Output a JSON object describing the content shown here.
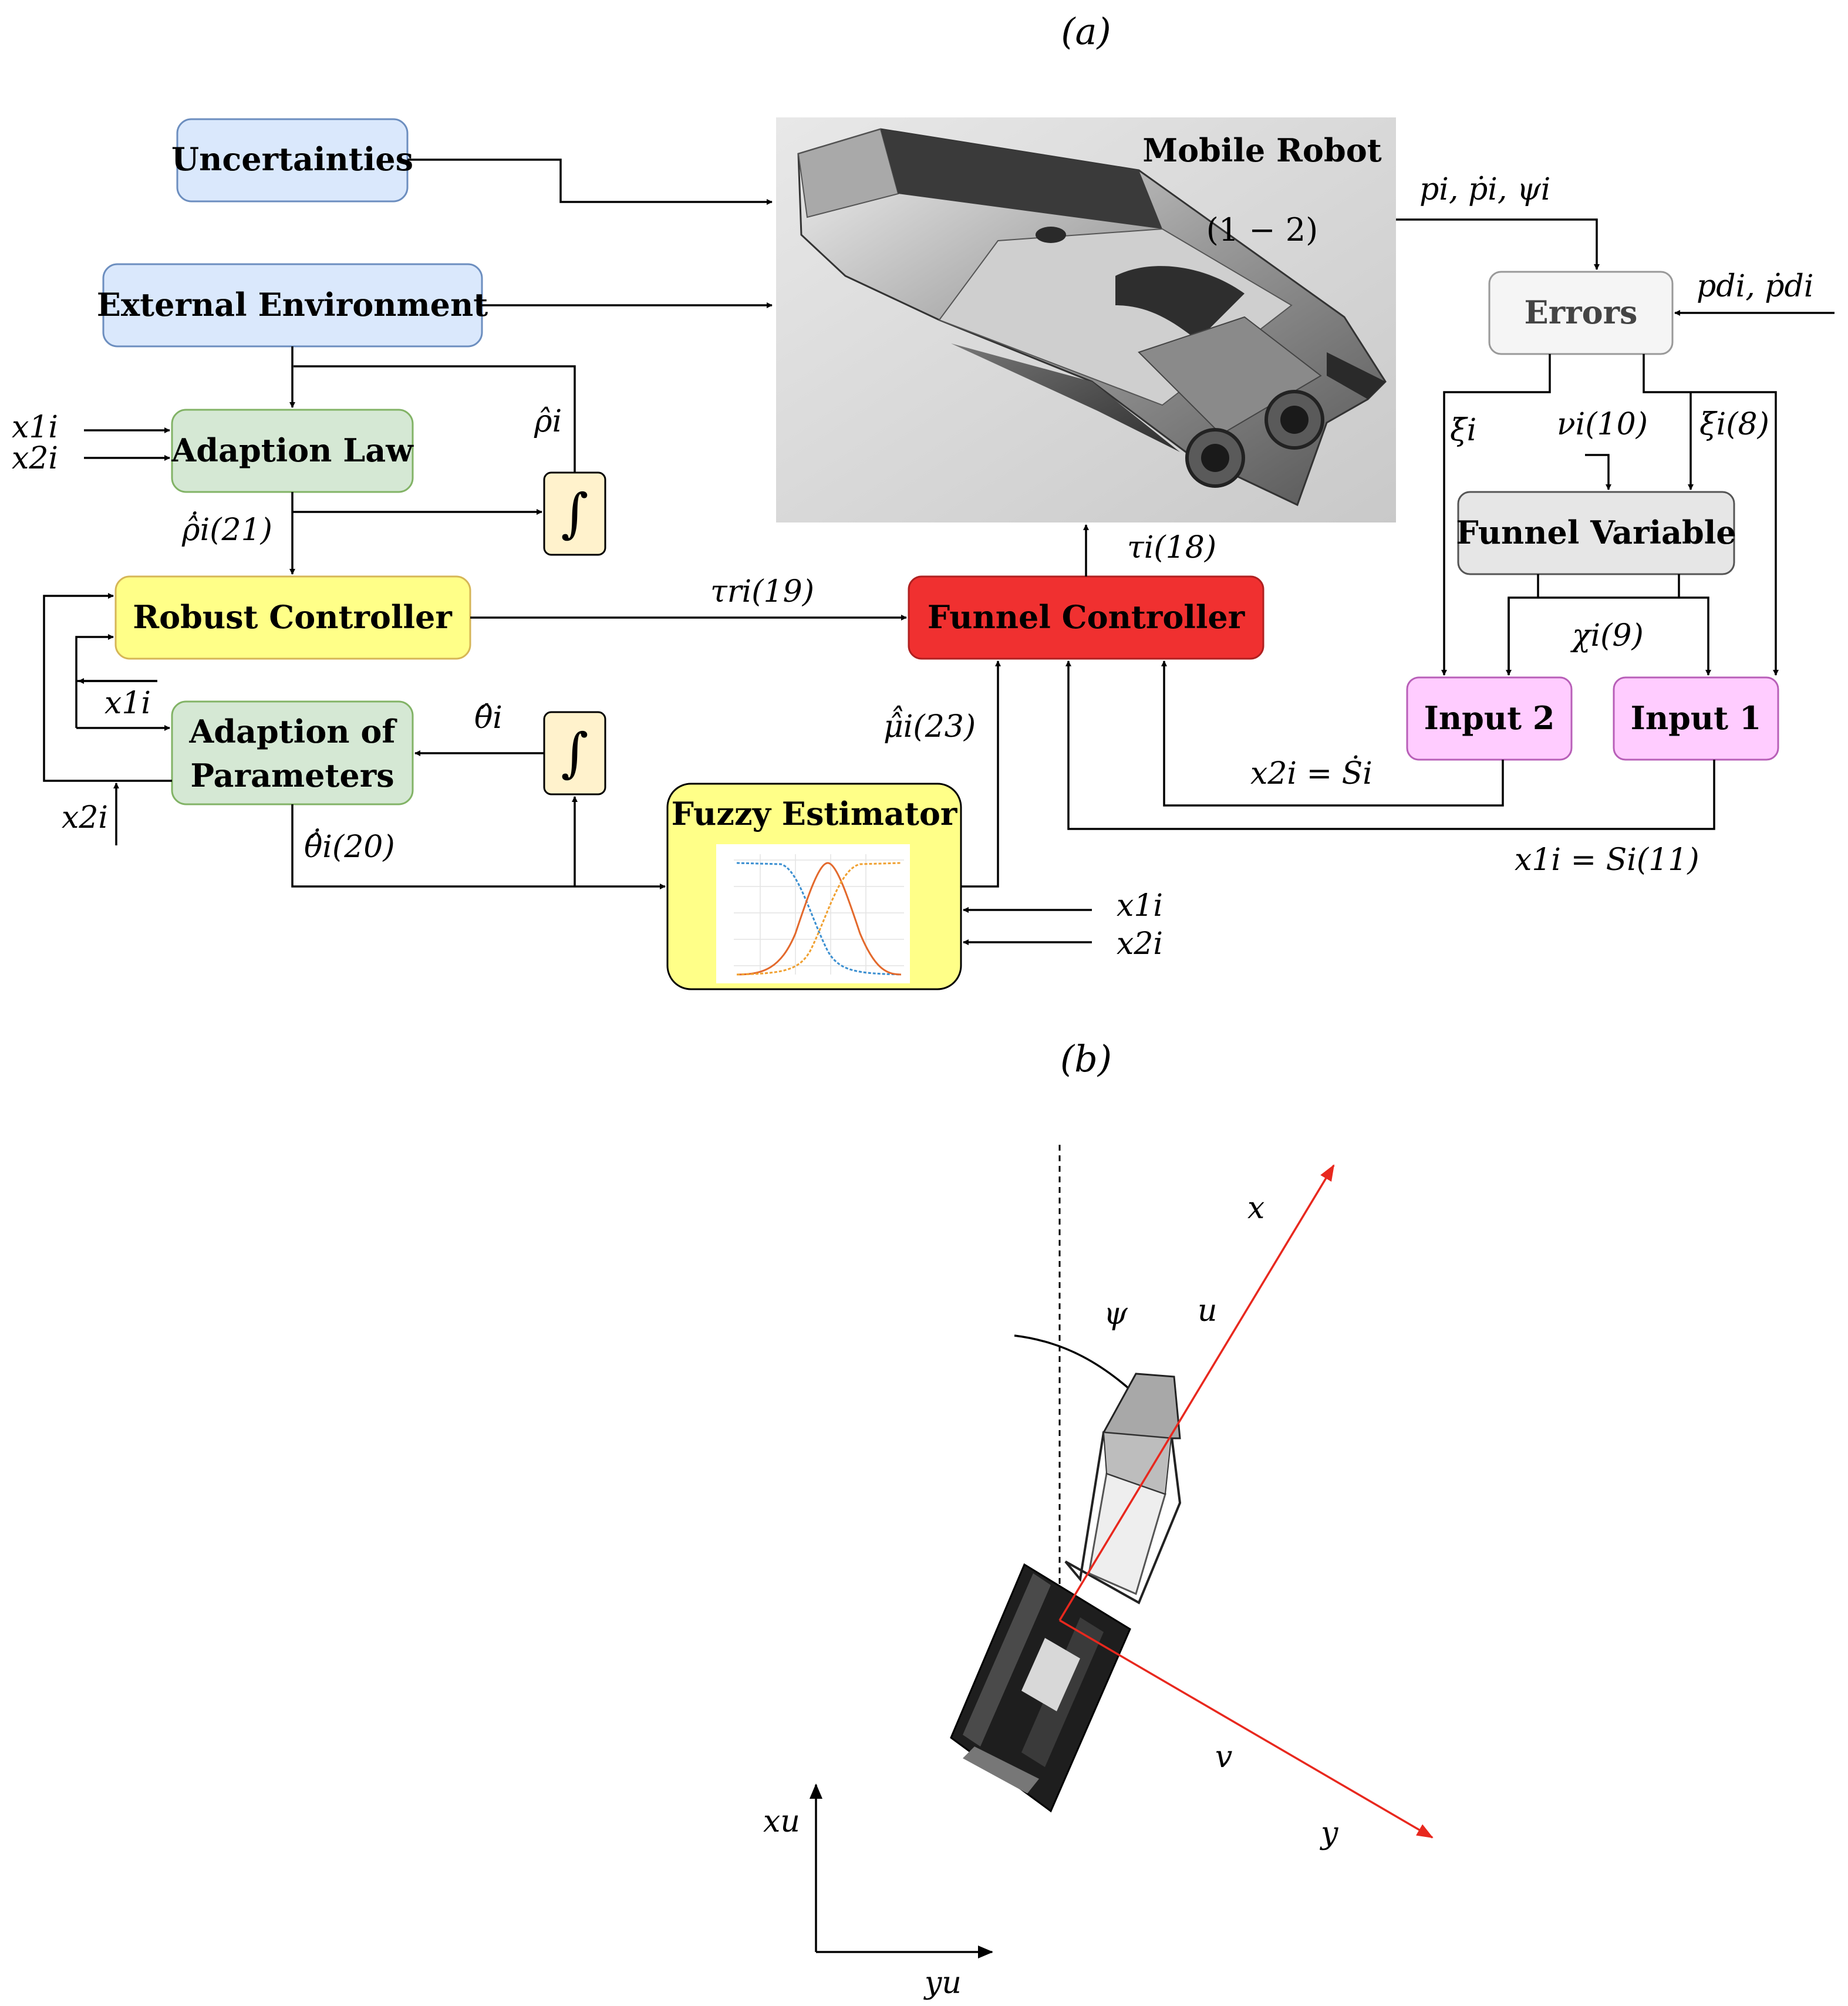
{
  "panels": {
    "a": "(a)",
    "b": "(b)"
  },
  "blocks": {
    "uncertainties": "Uncertainties",
    "external_environment": "External Environment",
    "adaption_law": "Adaption Law",
    "robust_controller": "Robust Controller",
    "adaption_of_parameters_line1": "Adaption of",
    "adaption_of_parameters_line2": "Parameters",
    "fuzzy_estimator": "Fuzzy Estimator",
    "funnel_controller": "Funnel Controller",
    "mobile_robot": "Mobile Robot",
    "mobile_robot_eq": "(1 − 2)",
    "errors": "Errors",
    "funnel_variable": "Funnel Variable",
    "input_2": "Input 2",
    "input_1": "Input 1",
    "integrator_symbol": "∫"
  },
  "signals": {
    "x1i_left": "x1i",
    "x2i_left": "x2i",
    "rho_hat": "ρ̂i",
    "rho_dot": "ρ̂̇i(21)",
    "x1i_mid": "x1i",
    "theta_hat": "θ̂i",
    "x2i_bottom": "x2i",
    "theta_dot": "θ̂̇i(20)",
    "tau_ri": "τri(19)",
    "tau_i": "τi(18)",
    "mu_hat": "μ̂̂i(23)",
    "outputs": "pi, ṗi, ψi",
    "desired": "pdi, ṗdi",
    "xi_dot": "ξ̇i",
    "nu": "νi(10)",
    "xi": "ξi(8)",
    "chi": "χi(9)",
    "x2i_eq": "x2i = Ṡi",
    "x1i_eq": "x1i = Si(11)",
    "x1i_fuzzy": "x1i",
    "x2i_fuzzy": "x2i"
  },
  "frames": {
    "x": "x",
    "u": "u",
    "psi": "ψ",
    "v": "v",
    "y": "y",
    "xu": "xu",
    "yu": "yu"
  },
  "colors": {
    "blue_fill": "#dae8fc",
    "blue_stroke": "#6c8ebf",
    "green_fill": "#d5e8d4",
    "green_stroke": "#82b366",
    "yellow_fill": "#ffff88",
    "yellow_stroke": "#d6b656",
    "red_fill": "#f03030",
    "gray_fill": "#f5f5f5",
    "funnel_var_fill": "#e6e6e6",
    "pink_fill": "#ffccff",
    "integrator_fill": "#fff2cc",
    "frame_red": "#e8281e"
  }
}
